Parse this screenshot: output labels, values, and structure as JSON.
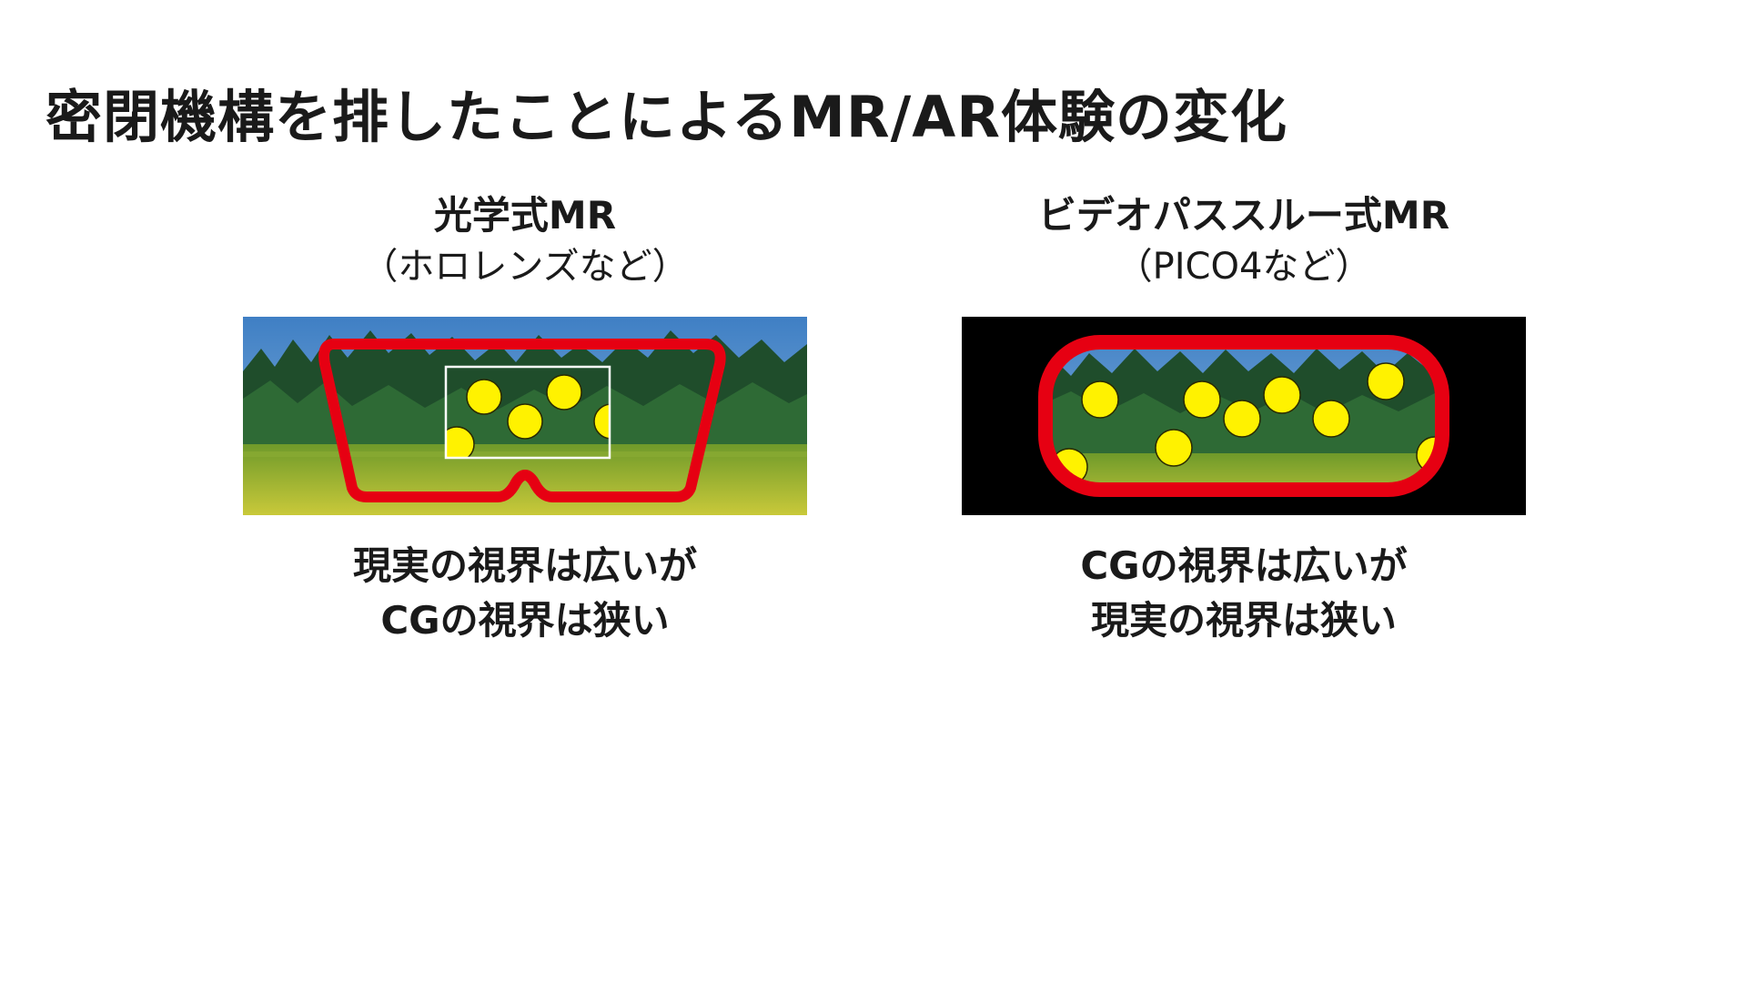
{
  "slide": {
    "title": "密閉機構を排したことによるMR/AR体験の変化"
  },
  "left_panel": {
    "heading": "光学式MR",
    "subheading": "（ホロレンズなど）",
    "caption_lines": [
      "現実の視界は広いが",
      "CGの視界は狭い"
    ],
    "frame_shape": "goggles",
    "cg_window": "small-rectangle"
  },
  "right_panel": {
    "heading": "ビデオパススルー式MR",
    "subheading": "（PICO4など）",
    "caption_lines": [
      "CGの視界は広いが",
      "現実の視界は狭い"
    ],
    "frame_shape": "rounded-capsule",
    "background": "black-masked-outside-view"
  },
  "colors": {
    "frame_red": "#e60012",
    "cg_yellow": "#fff200",
    "sky_blue": "#5b9bd5",
    "forest_green": "#1f4d2b",
    "field_yellow_green": "#b5c93a",
    "mask_black": "#000000",
    "window_outline": "#ffffff"
  }
}
